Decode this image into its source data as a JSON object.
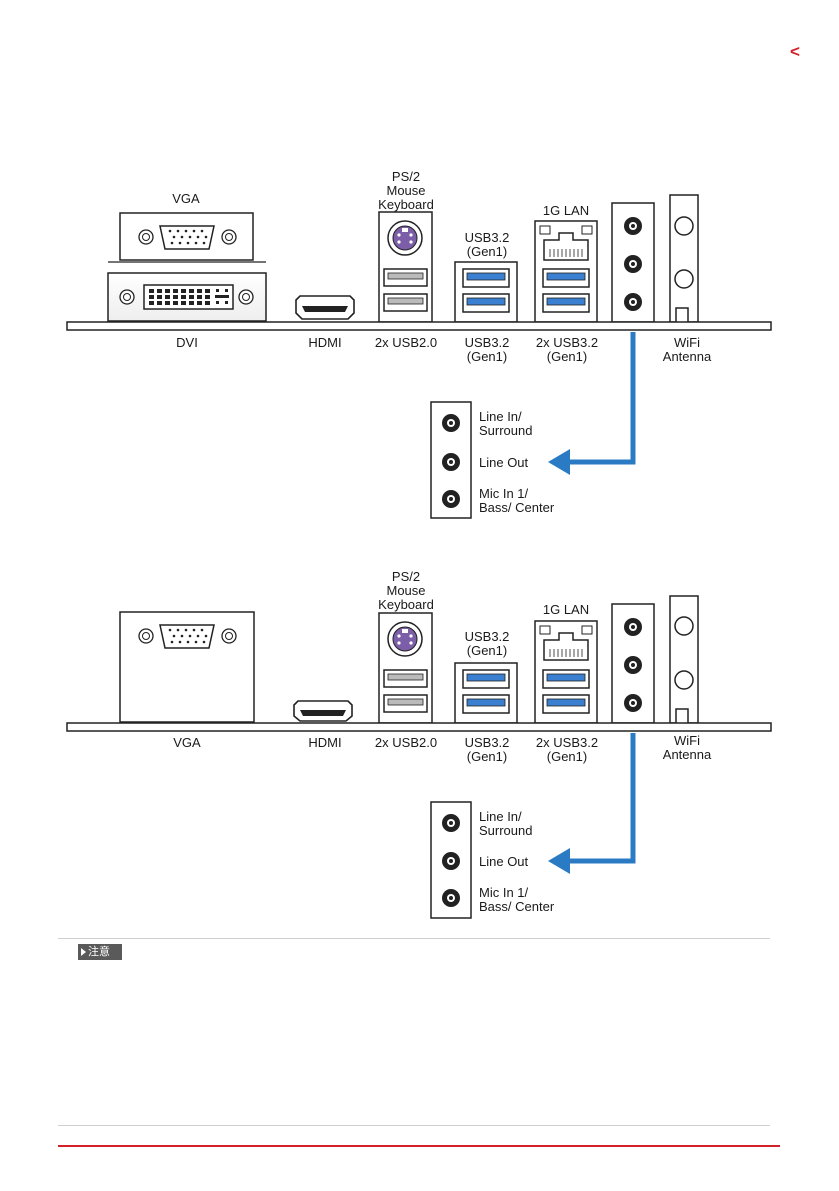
{
  "page": {
    "marker": "<",
    "note_label": "注意"
  },
  "diagram1": {
    "top_labels": {
      "vga": "VGA",
      "ps2": "PS/2\nMouse\nKeyboard",
      "usb32_top": "USB3.2\n(Gen1)",
      "lan": "1G LAN"
    },
    "bottom_labels": {
      "dvi": "DVI",
      "hdmi": "HDMI",
      "usb20": "2x USB2.0",
      "usb32": "USB3.2\n(Gen1)",
      "usb32_2x": "2x USB3.2\n(Gen1)",
      "wifi": "WiFi\nAntenna"
    },
    "audio": {
      "line_in": "Line In/\nSurround",
      "line_out": "Line Out",
      "mic_in": "Mic In 1/\nBass/ Center"
    }
  },
  "diagram2": {
    "top_labels": {
      "ps2": "PS/2\nMouse\nKeyboard",
      "usb32_top": "USB3.2\n(Gen1)",
      "lan": "1G LAN"
    },
    "bottom_labels": {
      "vga": "VGA",
      "hdmi": "HDMI",
      "usb20": "2x USB2.0",
      "usb32": "USB3.2\n(Gen1)",
      "usb32_2x": "2x USB3.2\n(Gen1)",
      "wifi": "WiFi\nAntenna"
    },
    "audio": {
      "line_in": "Line In/\nSurround",
      "line_out": "Line Out",
      "mic_in": "Mic In 1/\nBass/ Center"
    }
  },
  "colors": {
    "accent_red": "#d32029",
    "arrow_blue": "#2b7bc4",
    "usb3_blue": "#3a7fd0",
    "ps2_purple": "#7b5ea7"
  }
}
